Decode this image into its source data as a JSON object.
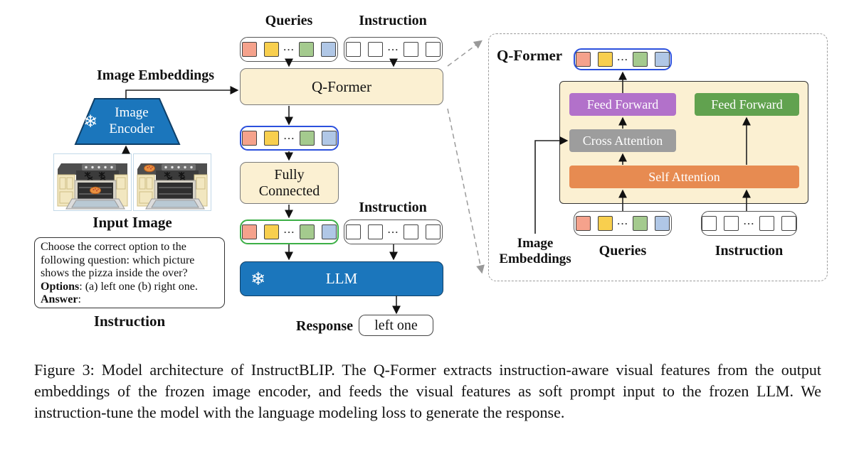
{
  "colors": {
    "token_red": "#f5a28c",
    "token_yellow": "#f8cf4e",
    "token_green": "#a4ca8e",
    "token_blue": "#b0c7e6",
    "cream": "#fbf0d2",
    "blue": "#1b76bc",
    "purple": "#b271ca",
    "green_box": "#61a24f",
    "gray_box": "#9d9d9d",
    "orange_box": "#e78b51",
    "blue_outline": "#2b50dd",
    "green_outline": "#3caf46"
  },
  "tokens": {
    "ellipsis": "···"
  },
  "icons": {
    "snowflake": "❄"
  },
  "main": {
    "queries_label": "Queries",
    "instruction_top_label": "Instruction",
    "image_embeddings_label": "Image Embeddings",
    "qformer_label": "Q-Former",
    "image_encoder_label": "Image Encoder",
    "input_image_label": "Input Image",
    "fully_connected_label": "Fully Connected",
    "instruction_mid_label": "Instruction",
    "llm_label": "LLM",
    "response_label": "Response",
    "response_value": "left one",
    "instruction_box_label": "Instruction",
    "prompt": {
      "line1": "Choose the correct option to the",
      "line2": "following question: which picture",
      "line3": "shows the pizza inside the over?",
      "options_label": "Options",
      "options_text": ": (a) left one (b) right one.",
      "answer_label": "Answer",
      "answer_text": ":"
    }
  },
  "detail": {
    "title": "Q-Former",
    "feed_forward_left": "Feed Forward",
    "feed_forward_right": "Feed Forward",
    "cross_attention": "Cross Attention",
    "self_attention": "Self Attention",
    "image_embeddings_label": "Image Embeddings",
    "queries_label": "Queries",
    "instruction_label": "Instruction"
  },
  "caption": "Figure 3: Model architecture of InstructBLIP. The Q-Former extracts instruction-aware visual features from the output embeddings of the frozen image encoder, and feeds the visual features as soft prompt input to the frozen LLM. We instruction-tune the model with the language modeling loss to generate the response."
}
